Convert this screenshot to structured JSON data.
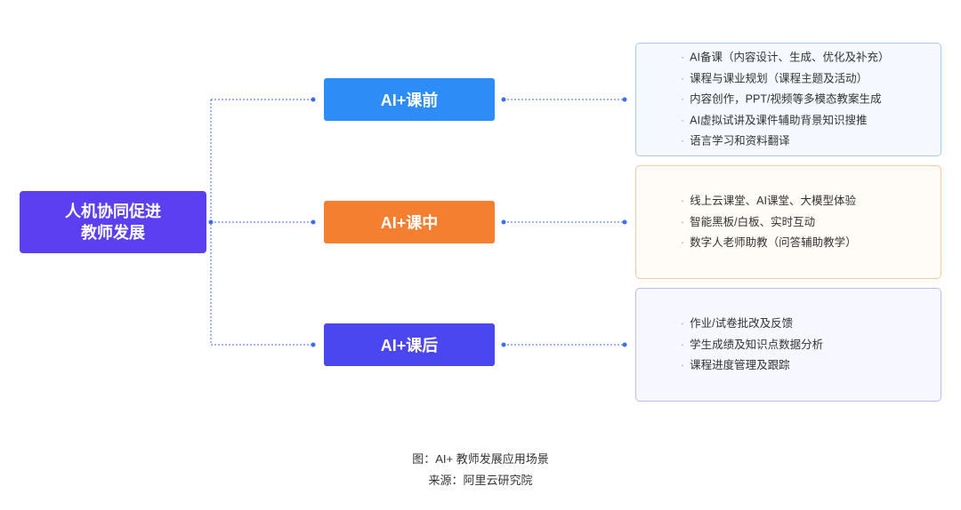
{
  "root": {
    "line1": "人机协同促进",
    "line2": "教师发展"
  },
  "phases": [
    {
      "label": "AI+课前",
      "color": "#2d8cf5",
      "items": [
        "AI备课（内容设计、生成、优化及补充）",
        "课程与课业规划（课程主题及活动）",
        "内容创作，PPT/视频等多模态教案生成",
        "AI虚拟试讲及课件辅助背景知识搜推",
        "语言学习和资料翻译"
      ]
    },
    {
      "label": "AI+课中",
      "color": "#f57f30",
      "items": [
        "线上云课堂、AI课堂、大模型体验",
        "智能黑板/白板、实时互动",
        "数字人老师助教（问答辅助教学）"
      ]
    },
    {
      "label": "AI+课后",
      "color": "#4a46f0",
      "items": [
        "作业/试卷批改及反馈",
        "学生成绩及知识点数据分析",
        "课程进度管理及跟踪"
      ]
    }
  ],
  "bullet": "·",
  "caption": {
    "figure": "图：AI+ 教师发展应用场景",
    "source": "来源：阿里云研究院"
  },
  "colors": {
    "root": "#5c3ff0",
    "connector": "#3d6df0",
    "panel_blue_bg": "#f5f9ff",
    "panel_blue_border": "#a9c9f5",
    "panel_orange_bg": "#fffbf6",
    "panel_orange_border": "#f3c9a3",
    "panel_purple_bg": "#f7f8ff",
    "panel_purple_border": "#b9bdf0"
  }
}
